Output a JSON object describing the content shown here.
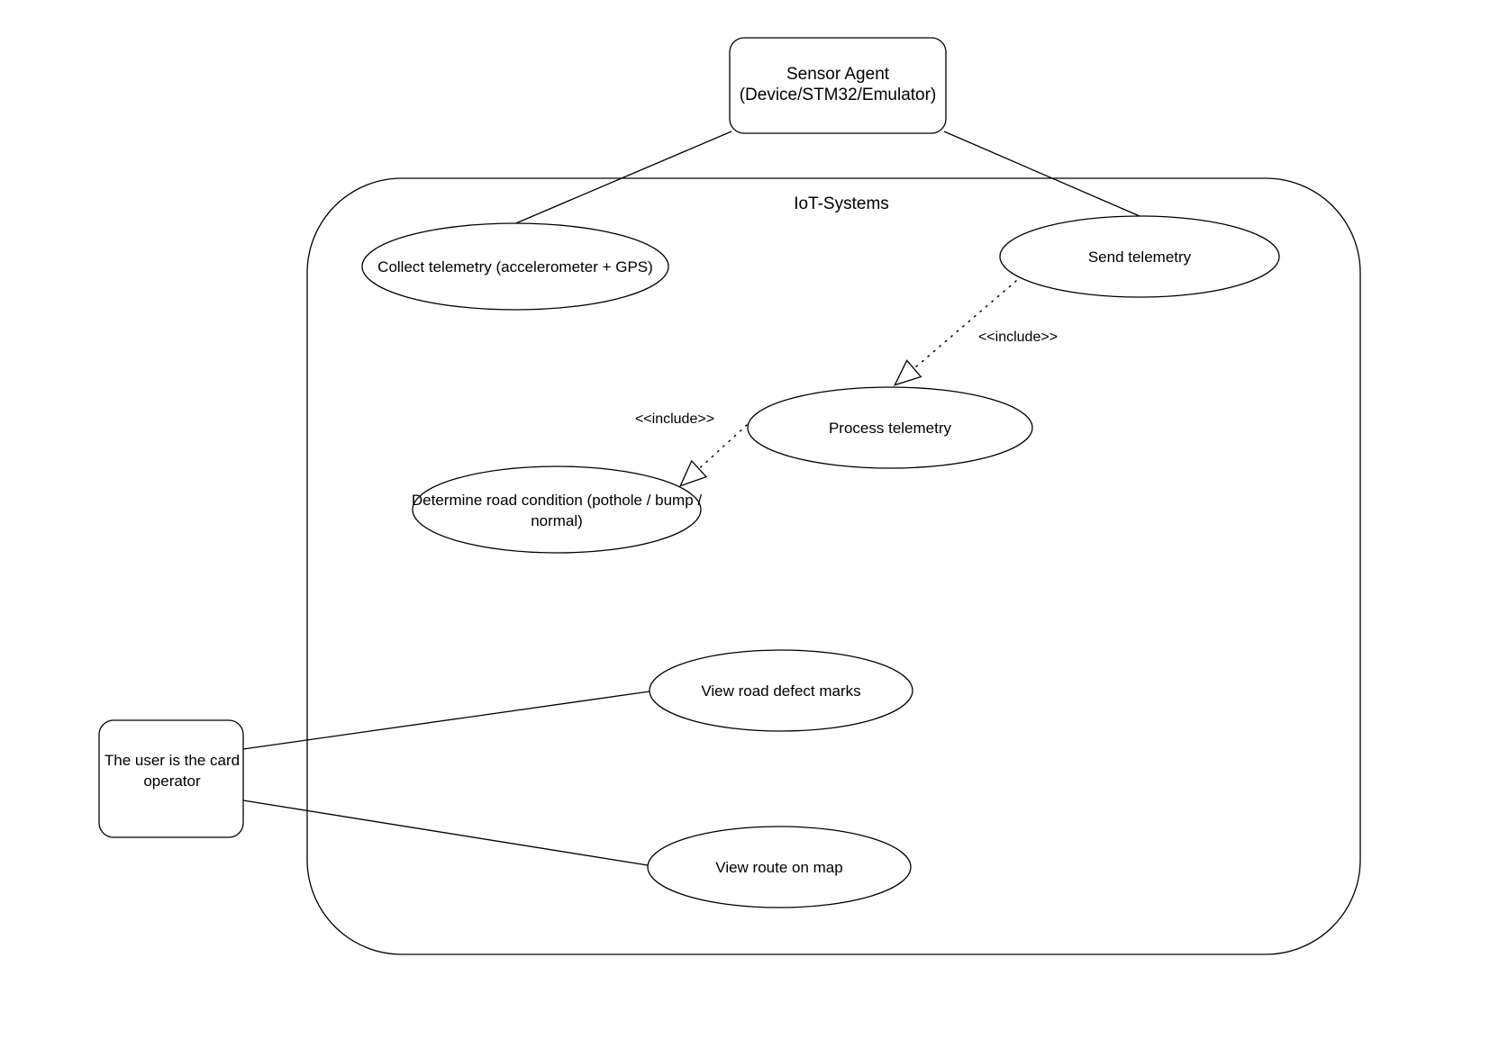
{
  "diagram": {
    "background": "#ffffff",
    "stroke_color": "#000000",
    "text_color": "#000000",
    "system_boundary": {
      "label": "IoT-Systems"
    },
    "actors": {
      "sensor_agent": {
        "label_line1": "Sensor Agent",
        "label_line2": "(Device/STM32/Emulator)"
      },
      "card_operator": {
        "label_line1": "The user is the card",
        "label_line2": "operator"
      }
    },
    "use_cases": {
      "collect_telemetry": {
        "label": "Collect telemetry (accelerometer + GPS)"
      },
      "send_telemetry": {
        "label": "Send telemetry"
      },
      "process_telemetry": {
        "label": "Process telemetry"
      },
      "determine_road_condition": {
        "label_line1": "Determine road condition (pothole / bump /",
        "label_line2": "normal)"
      },
      "view_road_defect_marks": {
        "label": "View road defect marks"
      },
      "view_route_on_map": {
        "label": "View route on map"
      }
    },
    "relationships": {
      "include_send_to_process": {
        "label": "<<include>>"
      },
      "include_process_to_determine": {
        "label": "<<include>>"
      }
    }
  }
}
